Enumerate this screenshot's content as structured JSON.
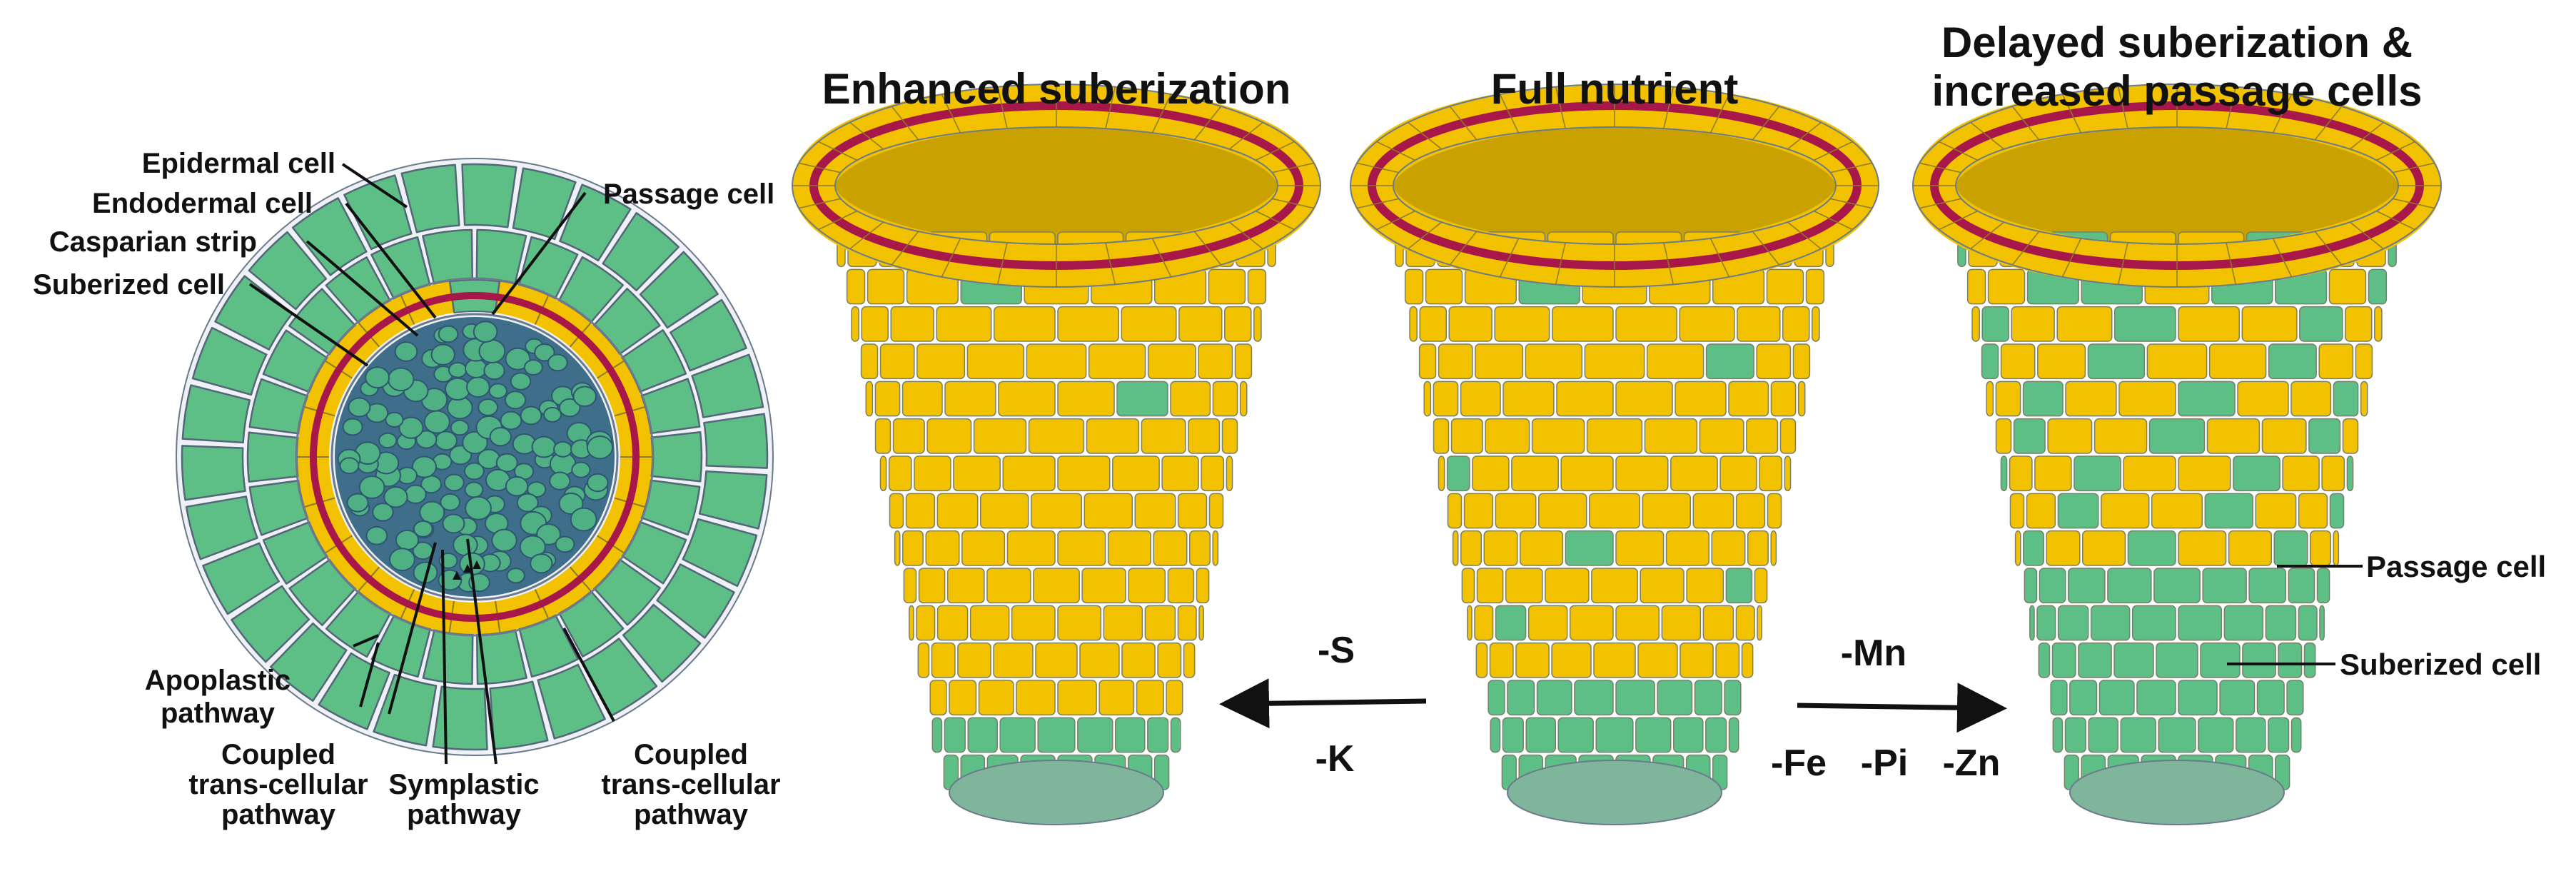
{
  "cross_section": {
    "labels": {
      "epidermal_cell": "Epidermal cell",
      "endodermal_cell": "Endodermal cell",
      "casparian_strip": "Casparian strip",
      "suberized_cell": "Suberized cell",
      "passage_cell": "Passage cell",
      "apoplastic_1": "Apoplastic",
      "apoplastic_2": "pathway",
      "coupled_left_1": "Coupled",
      "coupled_left_2": "trans-cellular",
      "coupled_left_3": "pathway",
      "symplastic_1": "Symplastic",
      "symplastic_2": "pathway",
      "coupled_right_1": "Coupled",
      "coupled_right_2": "trans-cellular",
      "coupled_right_3": "pathway"
    }
  },
  "panels": {
    "enhanced": {
      "title": "Enhanced suberization"
    },
    "full": {
      "title": "Full nutrient"
    },
    "delayed": {
      "title_1": "Delayed suberization &",
      "title_2": "increased passage cells"
    }
  },
  "arrows": {
    "left_above": "-S",
    "left_below": "-K",
    "right_above": "-Mn",
    "right_below": [
      "-Fe",
      "-Pi",
      "-Zn"
    ]
  },
  "right_labels": {
    "passage_cell": "Passage cell",
    "suberized_cell": "Suberized cell"
  },
  "colors": {
    "suberized": "#f2c200",
    "passage": "#5dbf86",
    "casparian": "#a8174a",
    "outline": "#6b7a8c",
    "stele": "#4fb083"
  }
}
